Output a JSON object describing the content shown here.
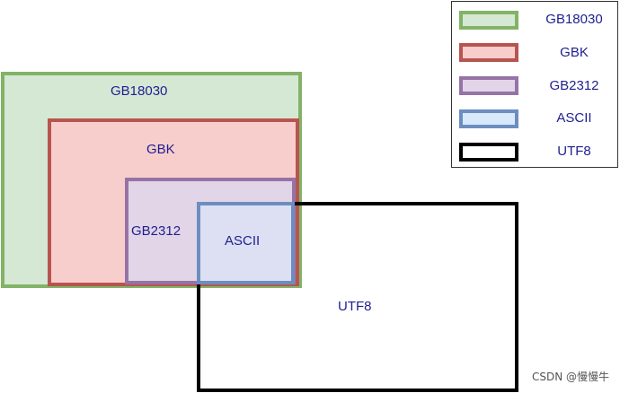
{
  "sets": {
    "gb18030": {
      "label": "GB18030",
      "fill": "#d5e8d4",
      "stroke": "#82b366"
    },
    "gbk": {
      "label": "GBK",
      "fill": "#f8cecc",
      "stroke": "#b85450"
    },
    "gb2312": {
      "label": "GB2312",
      "fill": "#e1d5e7",
      "stroke": "#9673a6"
    },
    "ascii": {
      "label": "ASCII",
      "fill": "#dae8fc",
      "stroke": "#6c8ebf"
    },
    "utf8": {
      "label": "UTF8",
      "fill": "transparent",
      "stroke": "#000000"
    }
  },
  "legend": [
    {
      "label": "GB18030"
    },
    {
      "label": "GBK"
    },
    {
      "label": "GB2312"
    },
    {
      "label": "ASCII"
    },
    {
      "label": "UTF8"
    }
  ],
  "watermark": "CSDN @慢慢牛"
}
